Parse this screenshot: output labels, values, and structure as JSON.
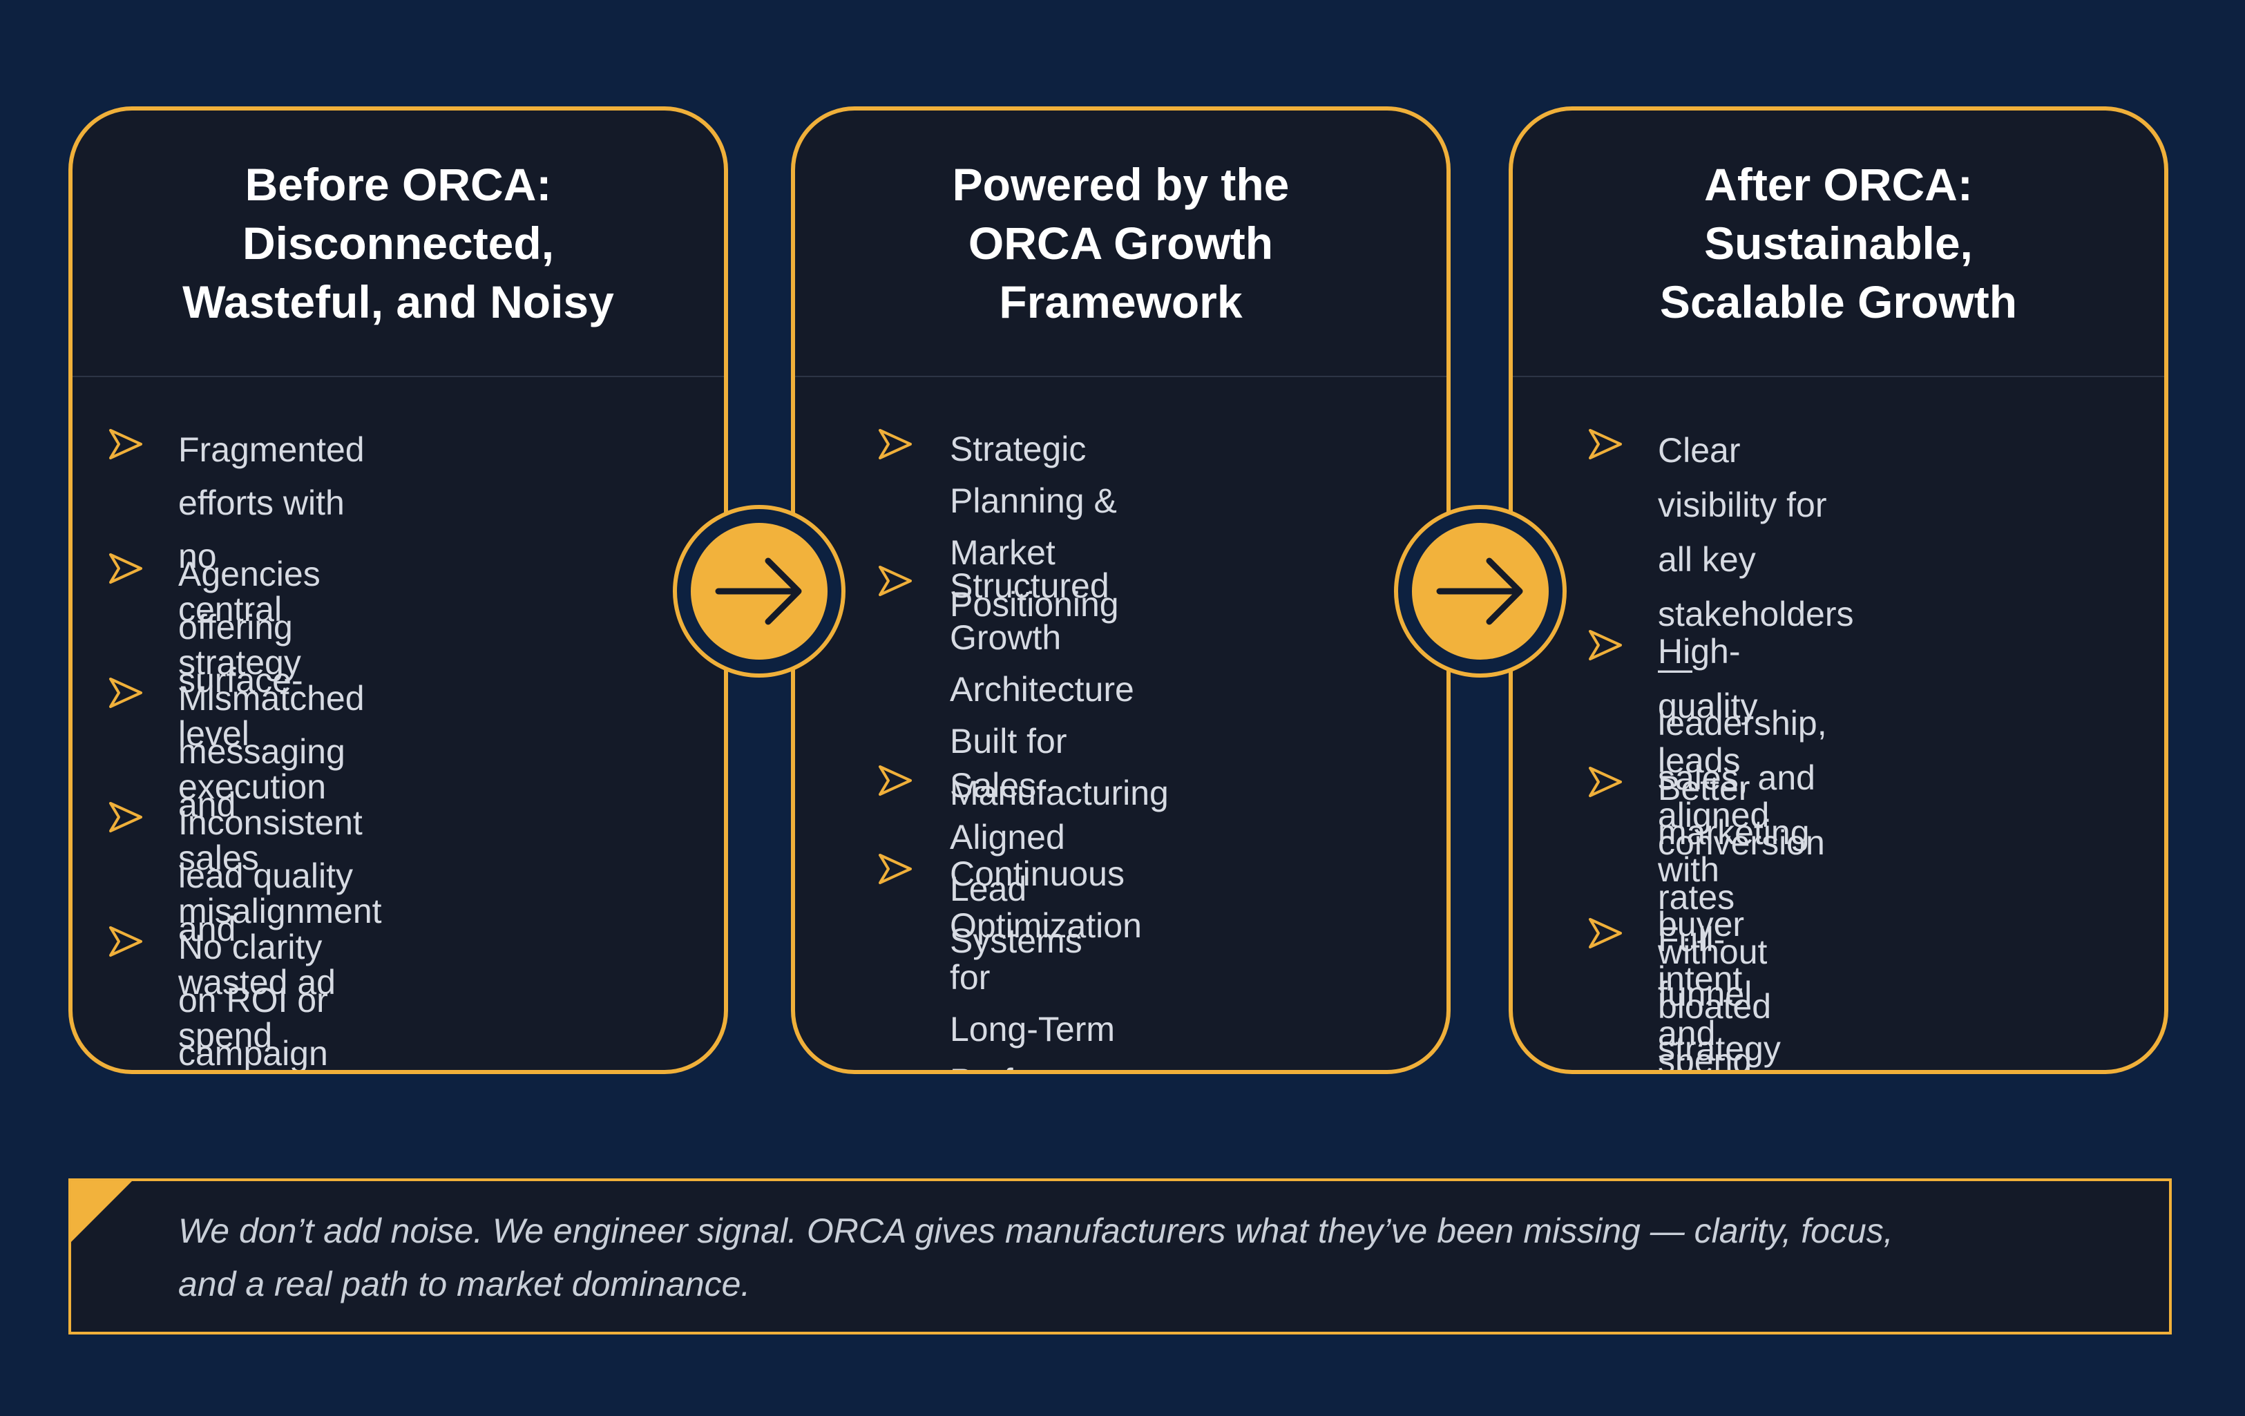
{
  "colors": {
    "background": "#0d2140",
    "card": "#141a28",
    "accent": "#f0b03a",
    "title": "#ffffff",
    "body_text": "#d7dbe3"
  },
  "cards": [
    {
      "title": "Before ORCA:\nDisconnected,\nWasteful, and Noisy",
      "icon": "chevron-right-icon",
      "items": [
        "Fragmented efforts with no\ncentral strategy",
        "Agencies offering surface-level\nexecution",
        "Mismatched messaging and\nsales misalignment",
        "Inconsistent lead quality and\nwasted ad spend",
        "No clarity on ROI or campaign\nimpact"
      ]
    },
    {
      "title": "Powered by the\nORCA Growth\nFramework",
      "icon": "chevron-right-icon",
      "items": [
        "Strategic Planning & Market\nPositioning",
        "Structured Growth\nArchitecture Built for\nManufacturing",
        "Sales-Aligned Lead Systems",
        "Continuous Optimization for\nLong-Term Performance"
      ]
    },
    {
      "title": "After ORCA:\nSustainable,\nScalable Growth",
      "icon": "chevron-right-icon",
      "items": [
        "Clear visibility for all key\nstakeholders — leadership,\nsales, and marketing",
        "High-quality leads aligned with\nbuyer intent and decision stages",
        "Better conversion rates without\nbloated spend",
        "Full-funnel strategy that adapts\nto market dynamics"
      ]
    }
  ],
  "connectors": [
    {
      "icon": "arrow-right-icon"
    },
    {
      "icon": "arrow-right-icon"
    }
  ],
  "quote": {
    "text": "We don’t add noise. We engineer signal. ORCA gives manufacturers what they’ve been missing — clarity, focus,\nand a real path to market dominance."
  }
}
